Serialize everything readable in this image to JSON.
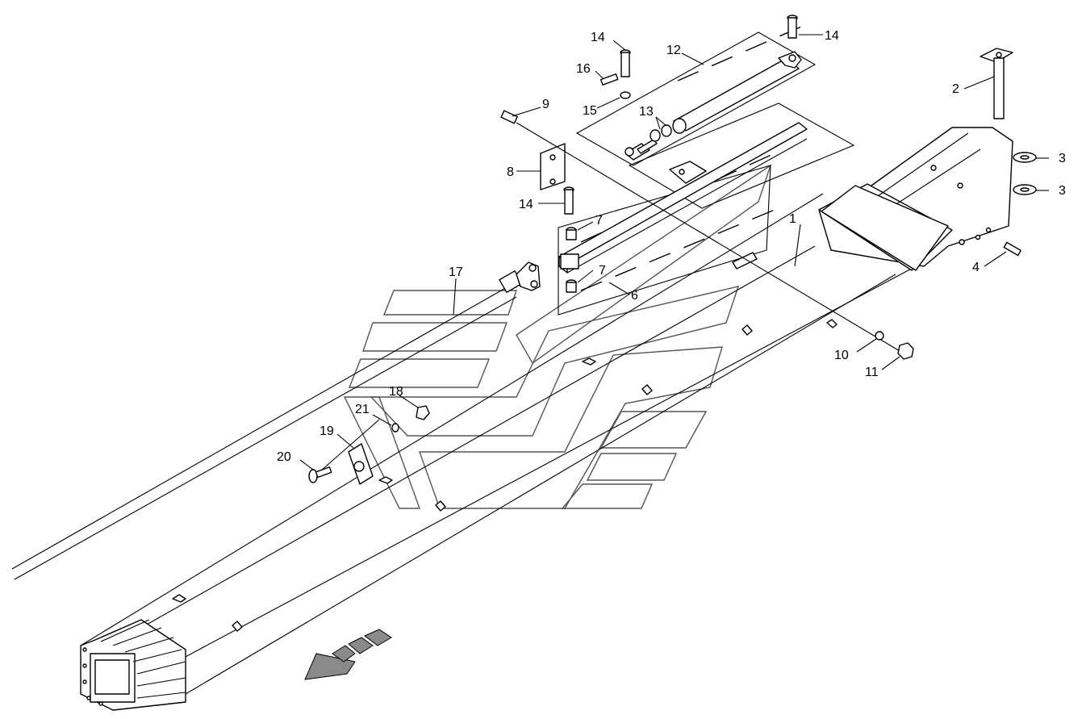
{
  "diagram": {
    "callouts": [
      {
        "id": "c1",
        "label": "1"
      },
      {
        "id": "c2",
        "label": "2"
      },
      {
        "id": "c3a",
        "label": "3"
      },
      {
        "id": "c3b",
        "label": "3"
      },
      {
        "id": "c4",
        "label": "4"
      },
      {
        "id": "c6",
        "label": "6"
      },
      {
        "id": "c7a",
        "label": "7"
      },
      {
        "id": "c7b",
        "label": "7"
      },
      {
        "id": "c8",
        "label": "8"
      },
      {
        "id": "c9",
        "label": "9"
      },
      {
        "id": "c10",
        "label": "10"
      },
      {
        "id": "c11",
        "label": "11"
      },
      {
        "id": "c12",
        "label": "12"
      },
      {
        "id": "c13",
        "label": "13"
      },
      {
        "id": "c14a",
        "label": "14"
      },
      {
        "id": "c14b",
        "label": "14"
      },
      {
        "id": "c14c",
        "label": "14"
      },
      {
        "id": "c15",
        "label": "15"
      },
      {
        "id": "c16",
        "label": "16"
      },
      {
        "id": "c17",
        "label": "17"
      },
      {
        "id": "c18",
        "label": "18"
      },
      {
        "id": "c19",
        "label": "19"
      },
      {
        "id": "c20",
        "label": "20"
      },
      {
        "id": "c21",
        "label": "21"
      }
    ]
  }
}
